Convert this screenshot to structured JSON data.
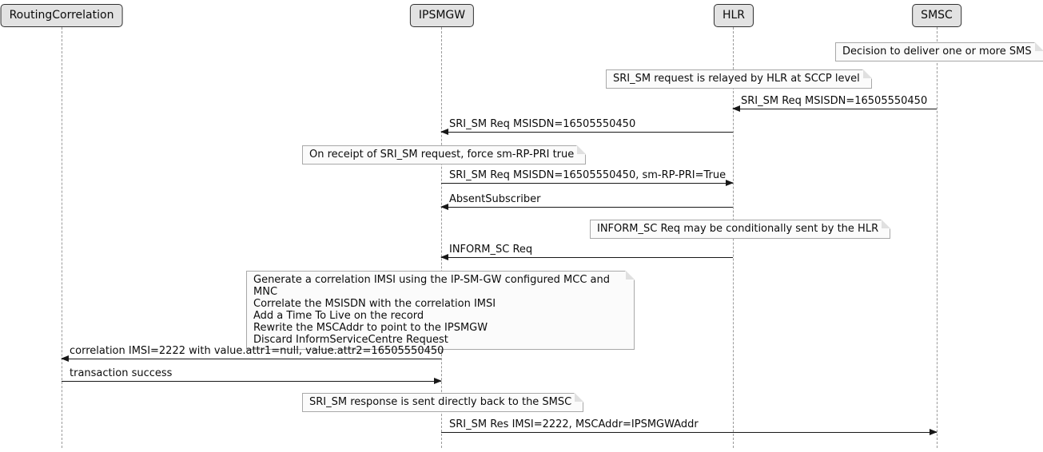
{
  "diagram_type": "uml-sequence",
  "colors": {
    "participant_fill": "#e2e2e2",
    "participant_border": "#303030",
    "note_fill": "#fbfbfb",
    "note_border": "#a8a8a8",
    "message_line": "#181818",
    "lifeline": "#9a9a9a",
    "background": "#ffffff"
  },
  "participants": [
    {
      "label": "RoutingCorrelation"
    },
    {
      "label": "IPSMGW"
    },
    {
      "label": "HLR"
    },
    {
      "label": "SMSC"
    }
  ],
  "notes": [
    {
      "text": "Decision to deliver one or more SMS",
      "over": "SMSC"
    },
    {
      "text": "SRI_SM request is relayed by HLR at SCCP level",
      "over": "HLR"
    },
    {
      "text": "On receipt of SRI_SM request, force sm-RP-PRI true",
      "over": "IPSMGW"
    },
    {
      "text": "INFORM_SC Req may be conditionally sent by the HLR",
      "over": "HLR"
    },
    {
      "over": "IPSMGW",
      "lines": [
        "Generate a correlation IMSI using the IP-SM-GW configured MCC and MNC",
        "Correlate the MSISDN with the correlation IMSI",
        "Add a Time To Live on the record",
        "Rewrite the MSCAddr to point to the IPSMGW",
        "Discard InformServiceCentre Request"
      ]
    },
    {
      "text": "SRI_SM response is sent directly back to the SMSC",
      "over": "IPSMGW"
    }
  ],
  "messages": [
    {
      "label": "SRI_SM Req MSISDN=16505550450",
      "from": "SMSC",
      "to": "HLR"
    },
    {
      "label": "SRI_SM Req MSISDN=16505550450",
      "from": "HLR",
      "to": "IPSMGW"
    },
    {
      "label": "SRI_SM Req MSISDN=16505550450, sm-RP-PRI=True",
      "from": "IPSMGW",
      "to": "HLR"
    },
    {
      "label": "AbsentSubscriber",
      "from": "HLR",
      "to": "IPSMGW"
    },
    {
      "label": "INFORM_SC Req",
      "from": "HLR",
      "to": "IPSMGW"
    },
    {
      "label": "correlation IMSI=2222 with value.attr1=null, value.attr2=16505550450",
      "from": "IPSMGW",
      "to": "RoutingCorrelation"
    },
    {
      "label": "transaction success",
      "from": "RoutingCorrelation",
      "to": "IPSMGW"
    },
    {
      "label": "SRI_SM Res IMSI=2222, MSCAddr=IPSMGWAddr",
      "from": "IPSMGW",
      "to": "SMSC"
    }
  ]
}
